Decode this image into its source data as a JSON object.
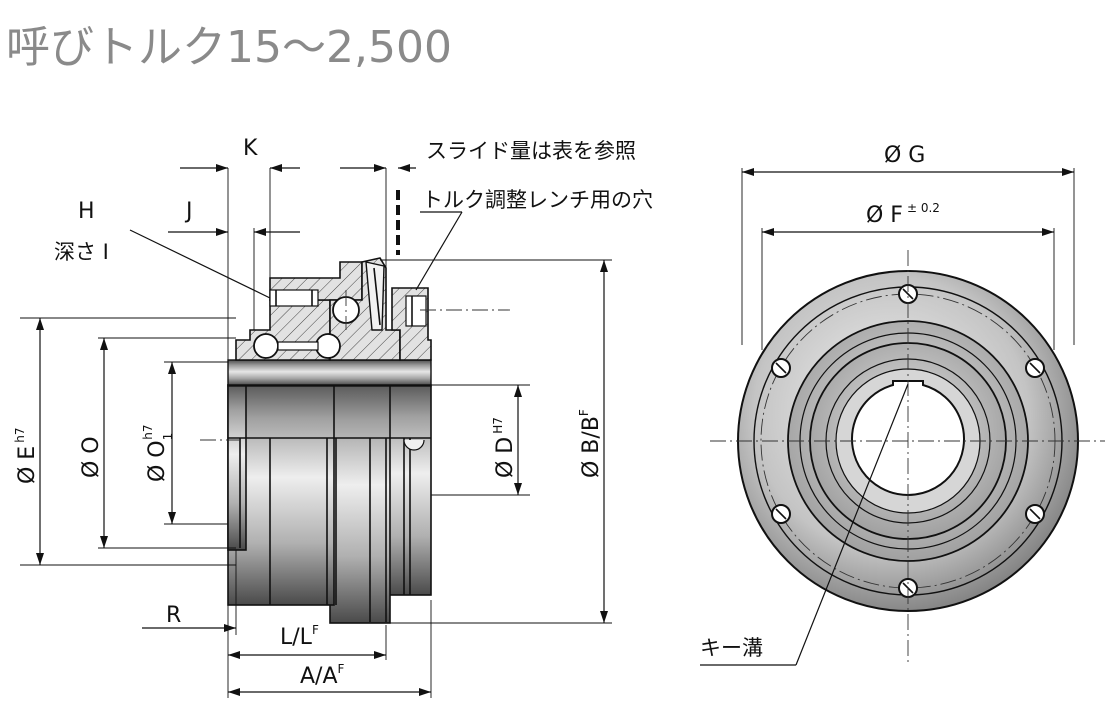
{
  "title": "呼びトルク15～2,500",
  "notes": {
    "slide": "スライド量は表を参照",
    "wrench_hole": "トルク調整レンチ用の穴",
    "keyway": "キー溝",
    "depth": "深さ I"
  },
  "labels": {
    "K": "K",
    "J": "J",
    "H": "H",
    "R": "R",
    "L": "L/L",
    "L_sup": "F",
    "A": "A/A",
    "A_sup": "F",
    "phiE": "Ø E",
    "phiE_sup": "h7",
    "phiO": "Ø O",
    "phiO1": "Ø O",
    "phiO1_sub": "1",
    "phiO1_sup": "h7",
    "phiD": "Ø D",
    "phiD_sup": "H7",
    "phiB": "Ø B/B",
    "phiB_sup": "F",
    "phiG": "Ø G",
    "phiF": "Ø  F",
    "phiF_sup": "± 0.2"
  },
  "colors": {
    "title": "#8a8a8a",
    "line": "#111111",
    "metal_light": "#d9d9d9",
    "metal_mid": "#a8a8a8",
    "metal_dark": "#6e6e6e"
  }
}
